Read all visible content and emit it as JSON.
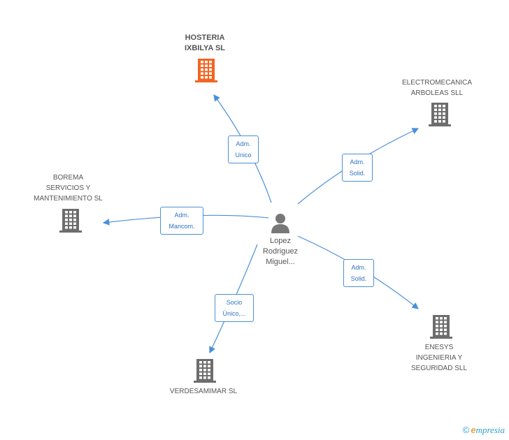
{
  "center": {
    "name": "Lopez\nRodriguez\nMiguel..."
  },
  "companies": [
    {
      "id": "hosteria",
      "name": "HOSTERIA\nIXBILYA SL",
      "highlight": true,
      "color": "#f26522"
    },
    {
      "id": "electromecanica",
      "name": "ELECTROMECANICA\nARBOLEAS SLL",
      "highlight": false,
      "color": "#6d6d6d"
    },
    {
      "id": "borema",
      "name": "BOREMA\nSERVICIOS Y\nMANTENIMIENTO SL",
      "highlight": false,
      "color": "#6d6d6d"
    },
    {
      "id": "enesys",
      "name": "ENESYS\nINGENIERIA Y\nSEGURIDAD SLL",
      "highlight": false,
      "color": "#6d6d6d"
    },
    {
      "id": "verdesamimar",
      "name": "VERDESAMIMAR SL",
      "highlight": false,
      "color": "#6d6d6d"
    }
  ],
  "edges": [
    {
      "to": "hosteria",
      "label": "Adm.\nUnico"
    },
    {
      "to": "electromecanica",
      "label": "Adm.\nSolid."
    },
    {
      "to": "borema",
      "label": "Adm.\nMancom."
    },
    {
      "to": "enesys",
      "label": "Adm.\nSolid."
    },
    {
      "to": "verdesamimar",
      "label": "Socio\nÚnico,..."
    }
  ],
  "colors": {
    "edge": "#4a90d9",
    "edge_label_text": "#2f74c0",
    "person": "#777777"
  },
  "footer": {
    "copyright": "©",
    "brand_initial": "e",
    "brand_rest": "mpresia"
  }
}
